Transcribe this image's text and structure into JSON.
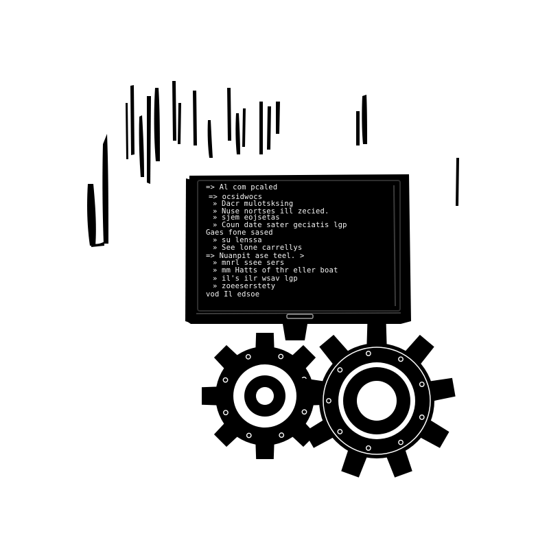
{
  "terminal": {
    "lines": [
      "=> Al com pcaled",
      "=> ocsidwocs",
      "» Dacr mulotsksing",
      "» Nuse nortses ill zecied.",
      "» sjem eojsetas",
      "» Coun date sater geciatis lgp",
      "Gaes fone sased",
      "» su lenssa",
      "» See lone carrellys",
      "=> Nuanpit ase teel. >",
      "» mnrl ssee sers",
      "» mm Hatts of thr eller boat",
      "» il's ilr wsav lgp",
      "» zoeeserstety",
      "vod Il edsoe"
    ]
  },
  "colors": {
    "ink": "#000000",
    "paper": "#ffffff",
    "screen_text": "#f2f2f2"
  },
  "icons": [
    "monitor-icon",
    "gear-icon",
    "gear-icon"
  ]
}
